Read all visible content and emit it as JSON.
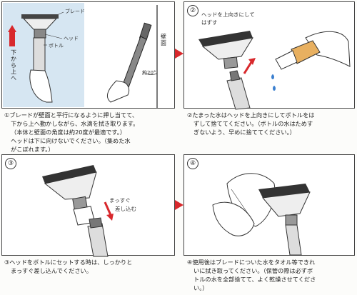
{
  "panels": [
    {
      "num": "①",
      "labels": {
        "blade": "ブレード",
        "head": "ヘッド",
        "bottle": "ボトル",
        "wall": "壁面",
        "angle": "約20°",
        "direction": "下から上へ"
      },
      "caption": [
        "①ブレードが壁面と平行になるように押し当てて、",
        "下から上へ動かしながら、水滴を拭き取ります。",
        "（本体と壁面の角度は約20度が最適です。）",
        "ヘッドは下に向けないでください。（集めた水",
        "がこぼれます。）"
      ]
    },
    {
      "num": "②",
      "labels": {
        "instruction_1": "ヘッドを上向きにして",
        "instruction_2": "はずす"
      },
      "caption": [
        "②たまった水はヘッドを上向きにしてボトルをは",
        "ずして捨ててください。（ボトルの水はためす",
        "ぎないよう、早めに捨ててください。）"
      ]
    },
    {
      "num": "③",
      "labels": {
        "instruction_1": "まっすぐ",
        "instruction_2": "差し込む"
      },
      "caption": [
        "③ヘッドをボトルにセットする時は、しっかりと",
        "まっすぐ差し込んでください。"
      ]
    },
    {
      "num": "④",
      "caption": [
        "④使用後はブレードについた水をタオル等できれ",
        "いに拭き取ってください。（保管の際は必ずボ",
        "トルの水を全部捨てて、よく乾燥させてくださ",
        "い。）"
      ]
    }
  ],
  "colors": {
    "accent": "#d8282c",
    "wall": "#d6e6f2",
    "handle": "#777777",
    "blade": "#444444"
  }
}
